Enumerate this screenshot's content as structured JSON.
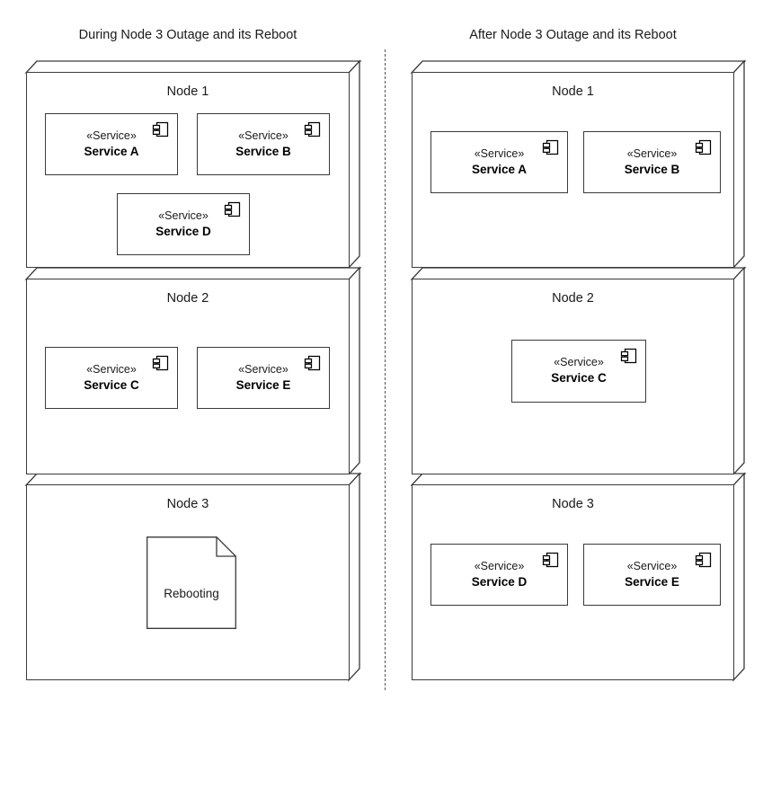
{
  "panels": [
    {
      "title": "During Node 3 Outage and its Reboot",
      "nodes": [
        {
          "label": "Node 1",
          "services": [
            {
              "stereotype": "«Service»",
              "name": "Service A",
              "icon": "component-icon"
            },
            {
              "stereotype": "«Service»",
              "name": "Service B",
              "icon": "component-icon"
            },
            {
              "stereotype": "«Service»",
              "name": "Service D",
              "icon": "component-icon"
            }
          ],
          "note": null
        },
        {
          "label": "Node 2",
          "services": [
            {
              "stereotype": "«Service»",
              "name": "Service C",
              "icon": "component-icon"
            },
            {
              "stereotype": "«Service»",
              "name": "Service E",
              "icon": "component-icon"
            }
          ],
          "note": null
        },
        {
          "label": "Node 3",
          "services": [],
          "note": {
            "text": "Rebooting"
          }
        }
      ]
    },
    {
      "title": "After Node 3 Outage and its Reboot",
      "nodes": [
        {
          "label": "Node 1",
          "services": [
            {
              "stereotype": "«Service»",
              "name": "Service A",
              "icon": "component-icon"
            },
            {
              "stereotype": "«Service»",
              "name": "Service B",
              "icon": "component-icon"
            }
          ],
          "note": null
        },
        {
          "label": "Node 2",
          "services": [
            {
              "stereotype": "«Service»",
              "name": "Service C",
              "icon": "component-icon"
            }
          ],
          "note": null
        },
        {
          "label": "Node 3",
          "services": [
            {
              "stereotype": "«Service»",
              "name": "Service D",
              "icon": "component-icon"
            },
            {
              "stereotype": "«Service»",
              "name": "Service E",
              "icon": "component-icon"
            }
          ],
          "note": null
        }
      ]
    }
  ],
  "colors": {
    "background": "#ffffff",
    "stroke": "#3a3a3a",
    "text": "#1a1a1a",
    "divider": "#555555"
  }
}
